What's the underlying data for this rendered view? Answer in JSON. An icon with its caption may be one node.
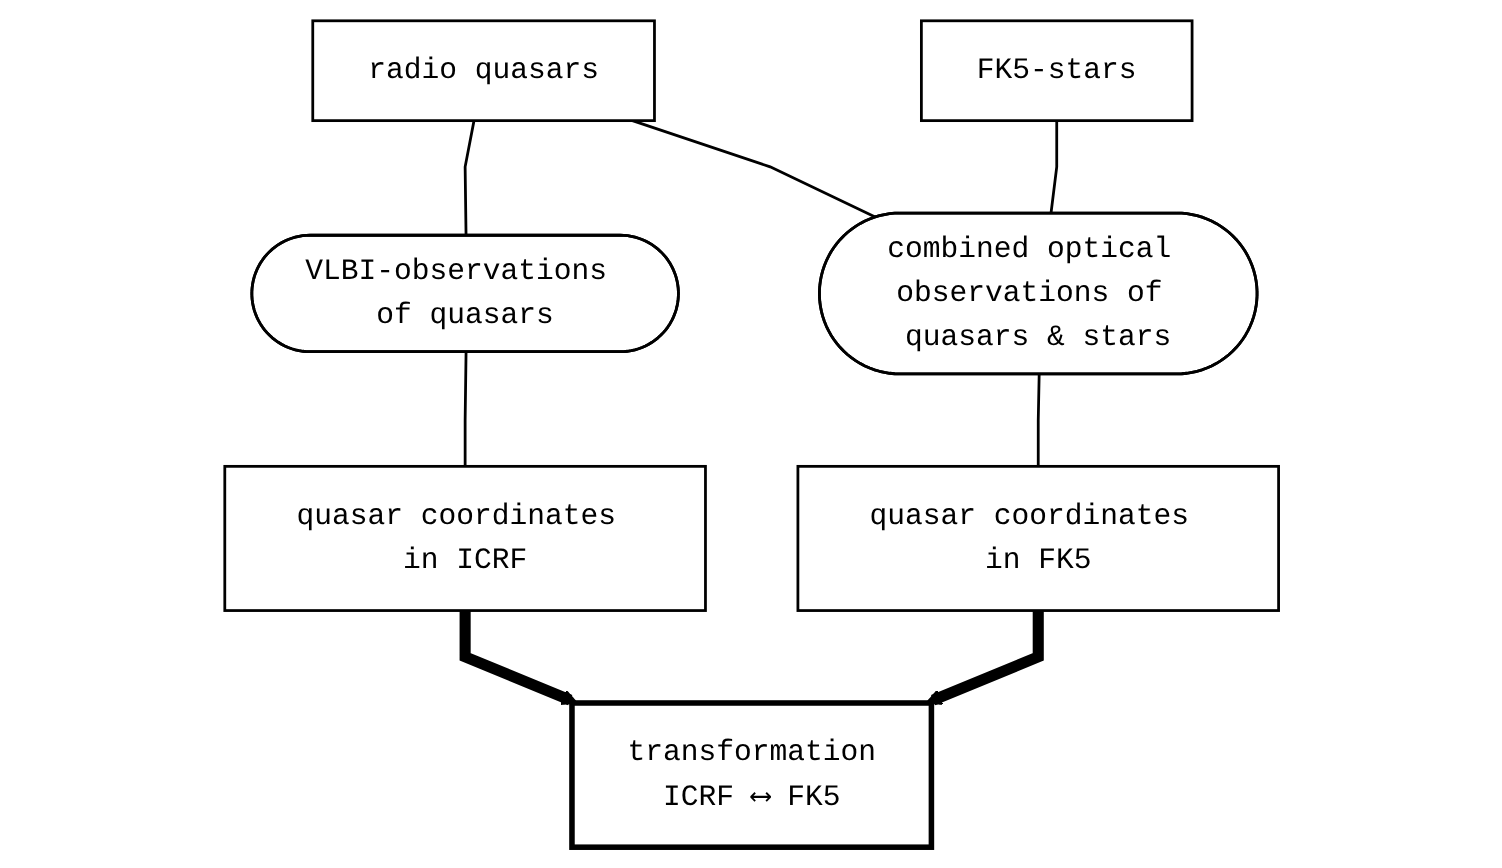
{
  "diagram": {
    "nodes": [
      {
        "text": [
          "radio quasars"
        ]
      },
      {
        "text": [
          "FK5-stars"
        ]
      },
      {
        "text": [
          "VLBI-observations of quasars"
        ]
      },
      {
        "text": [
          "combined optical observations of quasars & stars"
        ]
      },
      {
        "text": [
          "quasar coordinates in ICRF"
        ]
      },
      {
        "text": [
          "quasar coordinates in FK5"
        ]
      },
      {
        "text": [
          "transformation",
          "ICRF ⟷ FK5"
        ]
      }
    ],
    "edges": [
      {
        "from": 0,
        "to": 2,
        "arrow": "none"
      },
      {
        "from": 0,
        "to": 3,
        "arrow": "none"
      },
      {
        "from": 1,
        "to": 3,
        "arrow": "none"
      },
      {
        "from": 2,
        "to": 4,
        "arrow": "none"
      },
      {
        "from": 3,
        "to": 5,
        "arrow": "none"
      },
      {
        "from": 4,
        "to": 6,
        "arrow": "to",
        "style": "thick"
      },
      {
        "from": 5,
        "to": 6,
        "arrow": "to",
        "style": "thick"
      }
    ]
  }
}
